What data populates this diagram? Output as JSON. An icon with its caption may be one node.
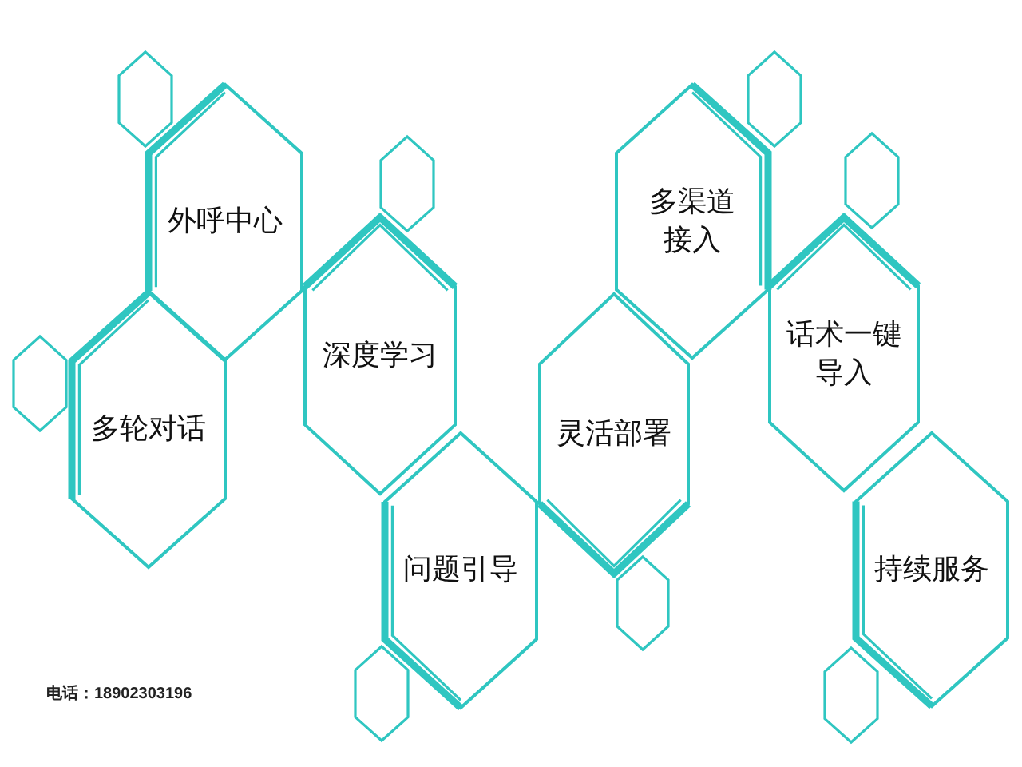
{
  "diagram": {
    "nodes": [
      {
        "text": [
          "外呼中心"
        ]
      },
      {
        "text": [
          "多轮对话"
        ]
      },
      {
        "text": [
          "深度学习"
        ]
      },
      {
        "text": [
          "问题引导"
        ]
      },
      {
        "text": [
          "灵活部署"
        ]
      },
      {
        "text": [
          "多渠道接入"
        ]
      },
      {
        "text": [
          "话术一键导入"
        ]
      },
      {
        "text": [
          "持续服务"
        ]
      },
      {
        "text": [],
        "shape": "hexagon"
      },
      {
        "text": [],
        "shape": "hexagon"
      },
      {
        "text": [],
        "shape": "hexagon"
      },
      {
        "text": [],
        "shape": "hexagon"
      },
      {
        "text": [],
        "shape": "hexagon"
      },
      {
        "text": [],
        "shape": "hexagon"
      },
      {
        "text": [],
        "shape": "hexagon"
      },
      {
        "text": [],
        "shape": "hexagon"
      }
    ],
    "labels": [
      "电话：18902303196"
    ]
  }
}
